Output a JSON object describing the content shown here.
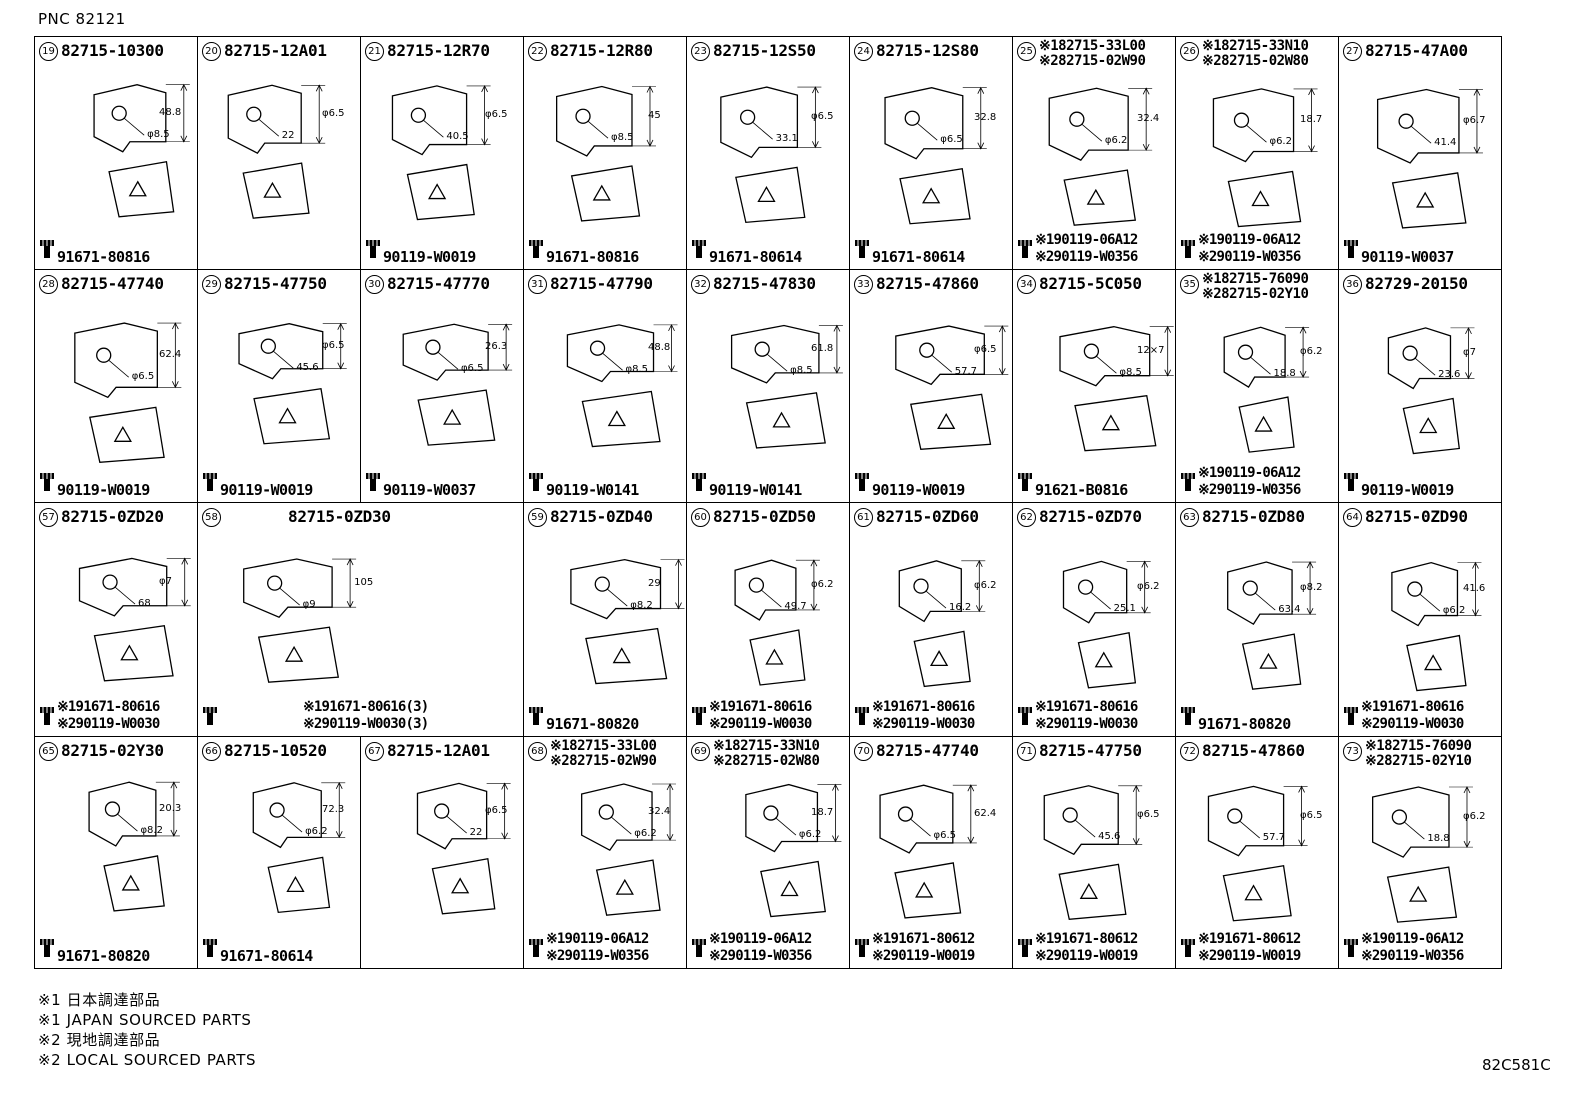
{
  "header": {
    "pnc": "PNC 82121"
  },
  "footer": {
    "notes": [
      "※1 日本調達部品",
      "※1 JAPAN SOURCED PARTS",
      "※2 現地調達部品",
      "※2 LOCAL SOURCED PARTS"
    ],
    "code": "82C581C"
  },
  "rows": [
    [
      {
        "num": "19",
        "pn": [
          "82715-10300"
        ],
        "bolt": [
          "91671-80816"
        ],
        "dims": [
          "48.8",
          "φ8.5"
        ]
      },
      {
        "num": "20",
        "pn": [
          "82715-12A01"
        ],
        "bolt": [],
        "dims": [
          "φ6.5",
          "22"
        ]
      },
      {
        "num": "21",
        "pn": [
          "82715-12R70"
        ],
        "bolt": [
          "90119-W0019"
        ],
        "dims": [
          "φ6.5",
          "40.5"
        ]
      },
      {
        "num": "22",
        "pn": [
          "82715-12R80"
        ],
        "bolt": [
          "91671-80816"
        ],
        "dims": [
          "45",
          "φ8.5"
        ]
      },
      {
        "num": "23",
        "pn": [
          "82715-12S50"
        ],
        "bolt": [
          "91671-80614"
        ],
        "dims": [
          "φ6.5",
          "33.1"
        ]
      },
      {
        "num": "24",
        "pn": [
          "82715-12S80"
        ],
        "bolt": [
          "91671-80614"
        ],
        "dims": [
          "32.8",
          "φ6.5"
        ]
      },
      {
        "num": "25",
        "pn": [
          "※182715-33L00",
          "※282715-02W90"
        ],
        "bolt": [
          "※190119-06A12",
          "※290119-W0356"
        ],
        "dims": [
          "32.4",
          "φ6.2"
        ]
      },
      {
        "num": "26",
        "pn": [
          "※182715-33N10",
          "※282715-02W80"
        ],
        "bolt": [
          "※190119-06A12",
          "※290119-W0356"
        ],
        "dims": [
          "18.7",
          "φ6.2"
        ]
      },
      {
        "num": "27",
        "pn": [
          "82715-47A00"
        ],
        "bolt": [
          "90119-W0037"
        ],
        "dims": [
          "φ6.7",
          "41.4"
        ]
      }
    ],
    [
      {
        "num": "28",
        "pn": [
          "82715-47740"
        ],
        "bolt": [
          "90119-W0019"
        ],
        "dims": [
          "62.4",
          "φ6.5"
        ]
      },
      {
        "num": "29",
        "pn": [
          "82715-47750"
        ],
        "bolt": [
          "90119-W0019"
        ],
        "dims": [
          "φ6.5",
          "45.6"
        ]
      },
      {
        "num": "30",
        "pn": [
          "82715-47770"
        ],
        "bolt": [
          "90119-W0037"
        ],
        "dims": [
          "26.3",
          "φ6.5"
        ]
      },
      {
        "num": "31",
        "pn": [
          "82715-47790"
        ],
        "bolt": [
          "90119-W0141"
        ],
        "dims": [
          "48.8",
          "φ8.5"
        ]
      },
      {
        "num": "32",
        "pn": [
          "82715-47830"
        ],
        "bolt": [
          "90119-W0141"
        ],
        "dims": [
          "61.8",
          "φ8.5"
        ]
      },
      {
        "num": "33",
        "pn": [
          "82715-47860"
        ],
        "bolt": [
          "90119-W0019"
        ],
        "dims": [
          "φ6.5",
          "57.7"
        ]
      },
      {
        "num": "34",
        "pn": [
          "82715-5C050"
        ],
        "bolt": [
          "91621-B0816"
        ],
        "dims": [
          "12×7",
          "φ8.5"
        ]
      },
      {
        "num": "35",
        "pn": [
          "※182715-76090",
          "※282715-02Y10"
        ],
        "bolt": [
          "※190119-06A12",
          "※290119-W0356"
        ],
        "dims": [
          "φ6.2",
          "18.8"
        ]
      },
      {
        "num": "36",
        "pn": [
          "82729-20150"
        ],
        "bolt": [
          "90119-W0019"
        ],
        "dims": [
          "φ7",
          "23.6"
        ]
      }
    ],
    [
      {
        "num": "57",
        "pn": [
          "82715-0ZD20"
        ],
        "bolt": [
          "※191671-80616",
          "※290119-W0030"
        ],
        "dims": [
          "φ7",
          "68"
        ]
      },
      {
        "num": "58",
        "pn": [
          "82715-0ZD30"
        ],
        "bolt": [
          "※191671-80616(3)",
          "※290119-W0030(3)"
        ],
        "dims": [
          "105",
          "φ9"
        ]
      },
      {
        "num": "59",
        "pn": [
          "82715-0ZD40"
        ],
        "bolt": [
          "91671-80820"
        ],
        "dims": [
          "29",
          "φ8.2"
        ]
      },
      {
        "num": "60",
        "pn": [
          "82715-0ZD50"
        ],
        "bolt": [
          "※191671-80616",
          "※290119-W0030"
        ],
        "dims": [
          "φ6.2",
          "49.7"
        ]
      },
      {
        "num": "61",
        "pn": [
          "82715-0ZD60"
        ],
        "bolt": [
          "※191671-80616",
          "※290119-W0030"
        ],
        "dims": [
          "φ6.2",
          "16.2"
        ]
      },
      {
        "num": "62",
        "pn": [
          "82715-0ZD70"
        ],
        "bolt": [
          "※191671-80616",
          "※290119-W0030"
        ],
        "dims": [
          "φ6.2",
          "25.1"
        ]
      },
      {
        "num": "63",
        "pn": [
          "82715-0ZD80"
        ],
        "bolt": [
          "91671-80820"
        ],
        "dims": [
          "φ8.2",
          "63.4"
        ]
      },
      {
        "num": "64",
        "pn": [
          "82715-0ZD90"
        ],
        "bolt": [
          "※191671-80616",
          "※290119-W0030"
        ],
        "dims": [
          "41.6",
          "φ6.2"
        ]
      }
    ],
    [
      {
        "num": "65",
        "pn": [
          "82715-02Y30"
        ],
        "bolt": [
          "91671-80820"
        ],
        "dims": [
          "20.3",
          "φ8.2"
        ]
      },
      {
        "num": "66",
        "pn": [
          "82715-10520"
        ],
        "bolt": [
          "91671-80614"
        ],
        "dims": [
          "72.3",
          "φ6.2"
        ]
      },
      {
        "num": "67",
        "pn": [
          "82715-12A01"
        ],
        "bolt": [],
        "dims": [
          "φ6.5",
          "22"
        ]
      },
      {
        "num": "68",
        "pn": [
          "※182715-33L00",
          "※282715-02W90"
        ],
        "bolt": [
          "※190119-06A12",
          "※290119-W0356"
        ],
        "dims": [
          "32.4",
          "φ6.2"
        ]
      },
      {
        "num": "69",
        "pn": [
          "※182715-33N10",
          "※282715-02W80"
        ],
        "bolt": [
          "※190119-06A12",
          "※290119-W0356"
        ],
        "dims": [
          "18.7",
          "φ6.2"
        ]
      },
      {
        "num": "70",
        "pn": [
          "82715-47740"
        ],
        "bolt": [
          "※191671-80612",
          "※290119-W0019"
        ],
        "dims": [
          "62.4",
          "φ6.5"
        ]
      },
      {
        "num": "71",
        "pn": [
          "82715-47750"
        ],
        "bolt": [
          "※191671-80612",
          "※290119-W0019"
        ],
        "dims": [
          "φ6.5",
          "45.6"
        ]
      },
      {
        "num": "72",
        "pn": [
          "82715-47860"
        ],
        "bolt": [
          "※191671-80612",
          "※290119-W0019"
        ],
        "dims": [
          "φ6.5",
          "57.7"
        ]
      },
      {
        "num": "73",
        "pn": [
          "※182715-76090",
          "※282715-02Y10"
        ],
        "bolt": [
          "※190119-06A12",
          "※290119-W0356"
        ],
        "dims": [
          "φ6.2",
          "18.8"
        ]
      }
    ]
  ]
}
